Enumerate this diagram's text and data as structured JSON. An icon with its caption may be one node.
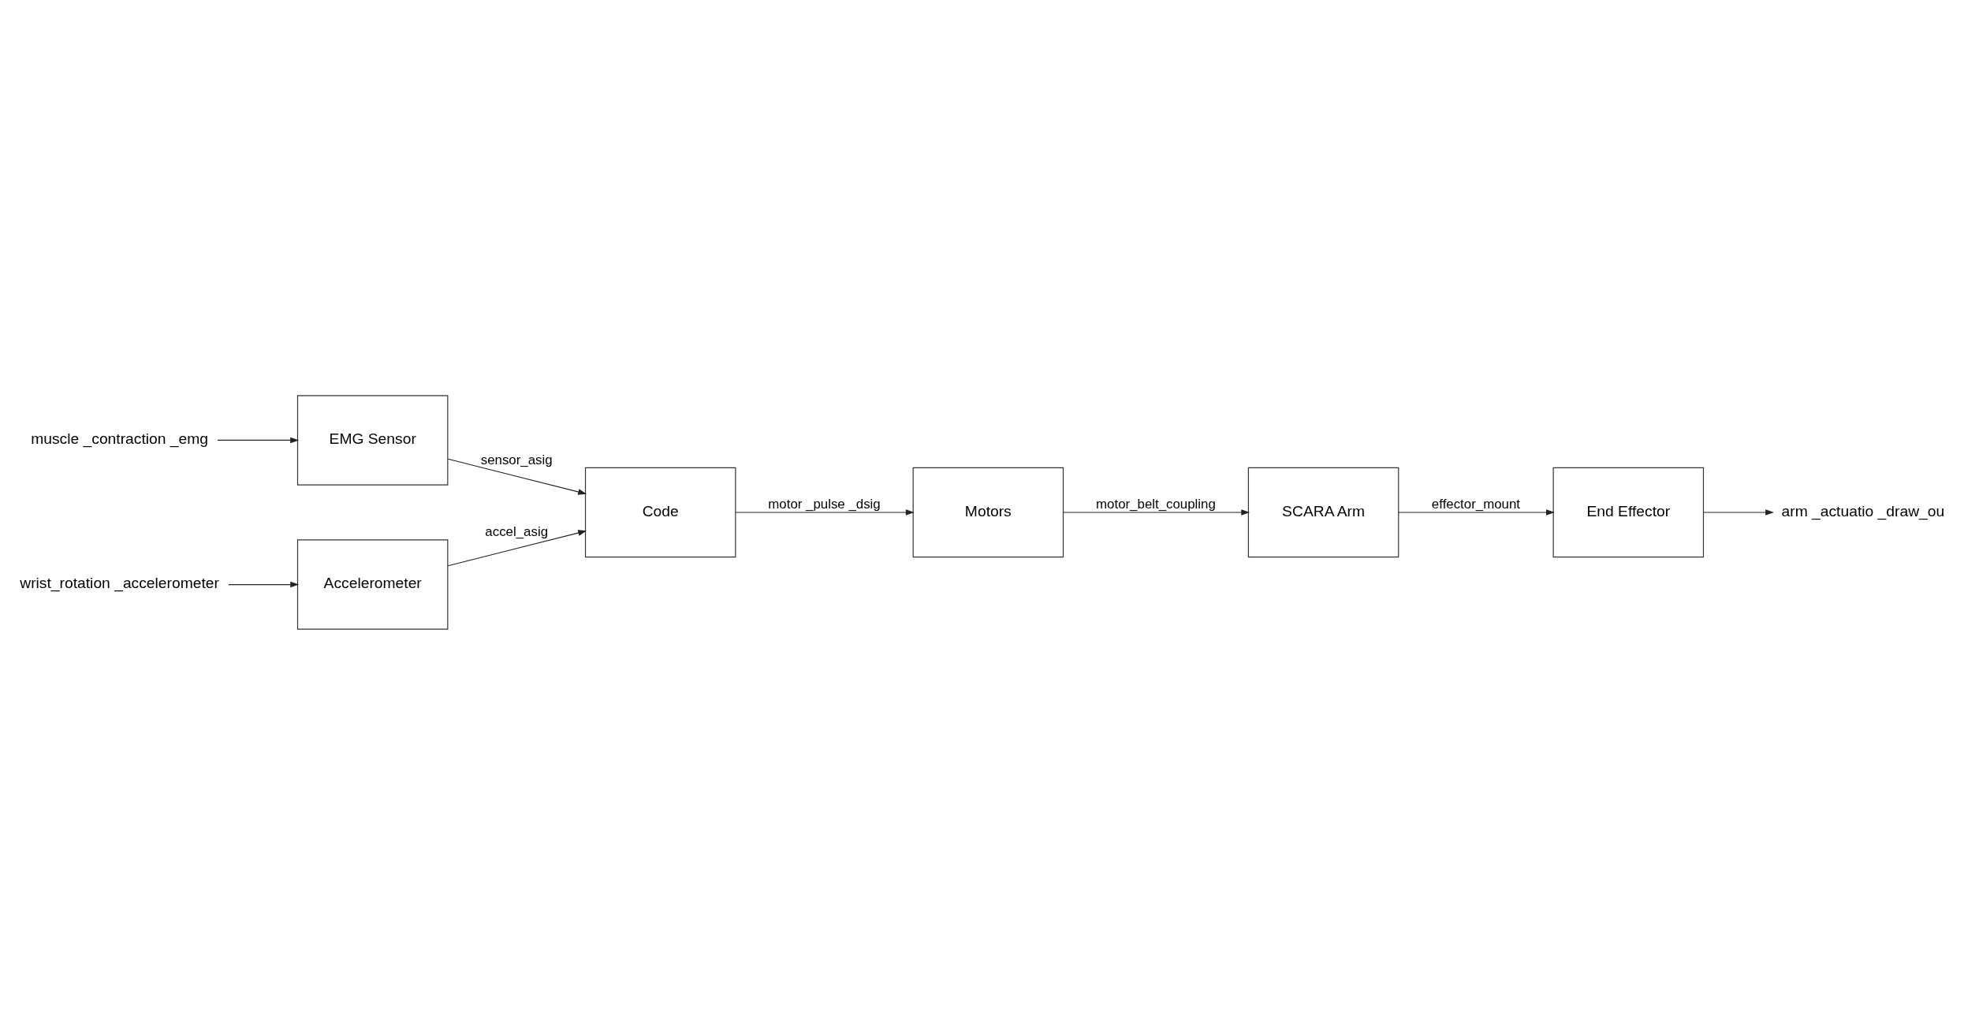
{
  "diagram": {
    "nodes": [
      {
        "text": [
          "muscle _contraction _emg"
        ]
      },
      {
        "text": [
          "EMG Sensor"
        ]
      },
      {
        "text": [
          "Code"
        ]
      },
      {
        "text": [
          "Motors"
        ]
      },
      {
        "text": [
          "End Effector"
        ]
      },
      {
        "text": [
          "arm _actuatio _draw_ou"
        ]
      },
      {
        "text": [
          "wrist_rotation _accelerometer"
        ]
      },
      {
        "text": [
          "Accelerometer"
        ]
      },
      {
        "text": [
          "SCARA Arm"
        ]
      }
    ],
    "edges": [
      {
        "from": 0,
        "to": 1,
        "arrow": "to"
      },
      {
        "from": 1,
        "to": 2,
        "arrow": "to",
        "label": "sensor_asig"
      },
      {
        "from": 6,
        "to": 7,
        "arrow": "to"
      },
      {
        "from": 7,
        "to": 2,
        "arrow": "to",
        "label": "accel_asig"
      },
      {
        "from": 2,
        "to": 3,
        "arrow": "to",
        "label": "motor _pulse _dsig"
      },
      {
        "from": 3,
        "to": 8,
        "arrow": "to",
        "label": "motor_belt_coupling"
      },
      {
        "from": 8,
        "to": 4,
        "arrow": "to",
        "label": "effector_mount"
      },
      {
        "from": 4,
        "to": 5,
        "arrow": "to"
      }
    ]
  }
}
